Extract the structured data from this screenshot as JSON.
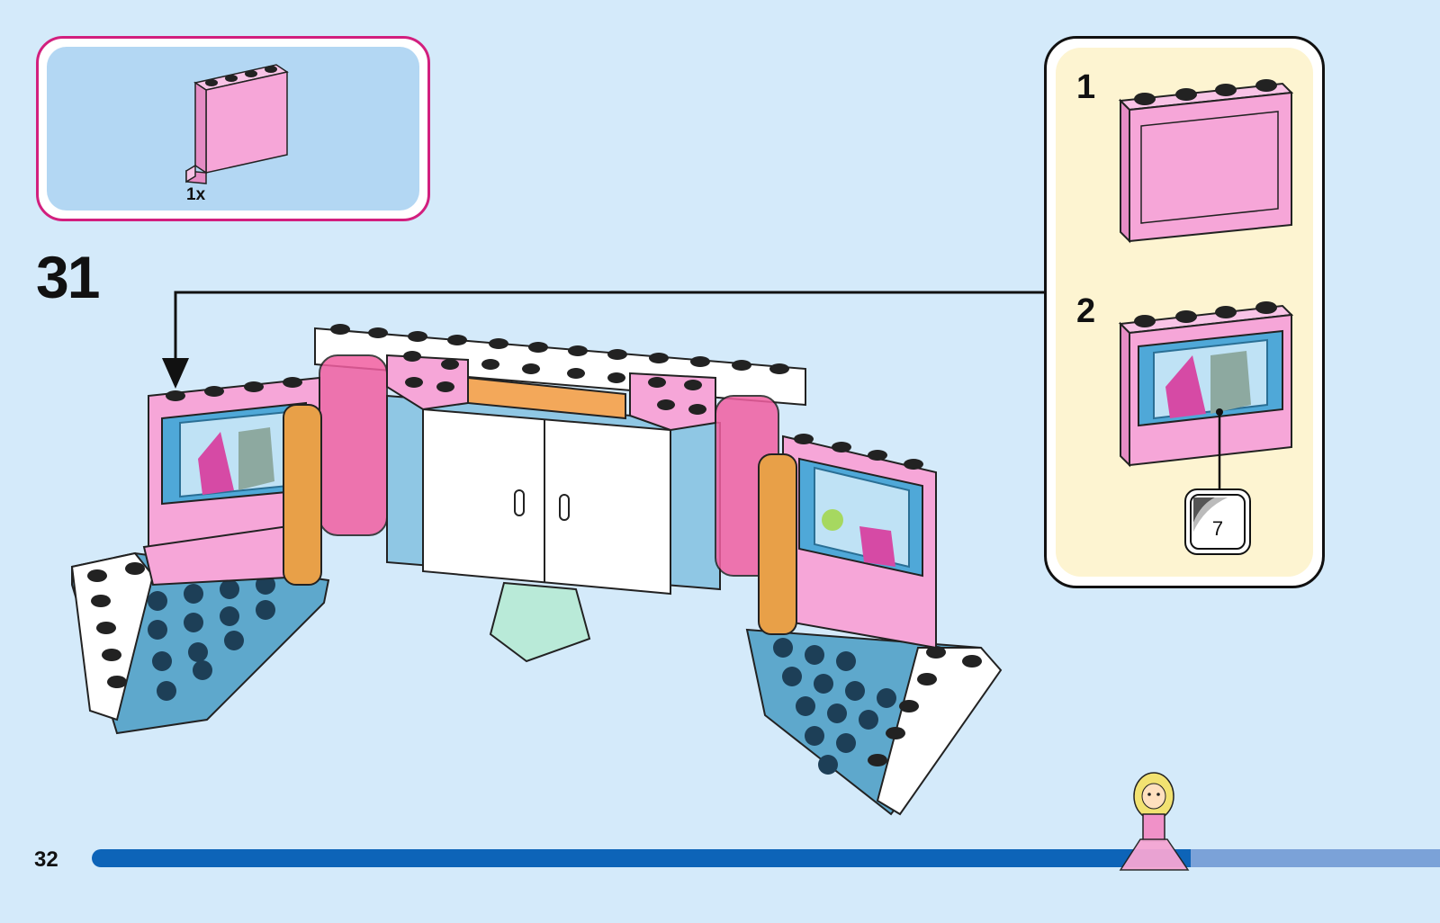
{
  "parts_list": {
    "quantity": "1x"
  },
  "step": {
    "number": "31"
  },
  "callout": {
    "sub_steps": [
      {
        "label": "1"
      },
      {
        "label": "2"
      }
    ],
    "sticker": {
      "number": "7"
    }
  },
  "page": {
    "number": "32"
  },
  "progress": {
    "fraction": 0.815
  },
  "colors": {
    "background": "#d4eafa",
    "parts_border": "#d21f7e",
    "parts_bg": "#b3d7f3",
    "callout_bg": "#fdf4d1",
    "brick_pink": "#f6a6d8",
    "progress_fill": "#0d64b8",
    "progress_track": "#7ba2d8"
  }
}
